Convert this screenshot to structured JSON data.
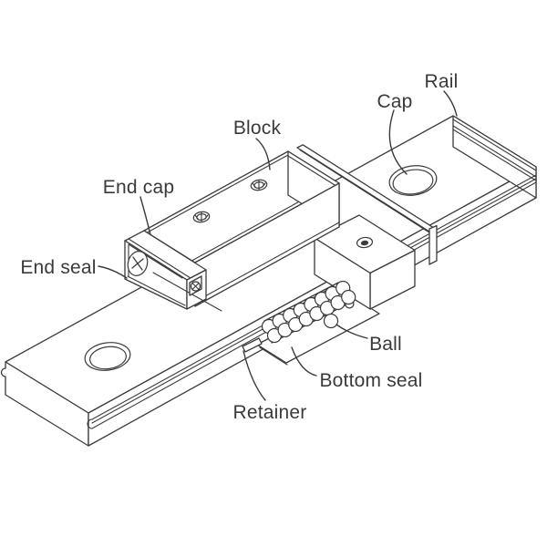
{
  "diagram": {
    "labels": {
      "rail": "Rail",
      "cap": "Cap",
      "block": "Block",
      "end_cap": "End cap",
      "end_seal": "End seal",
      "ball": "Ball",
      "bottom_seal": "Bottom seal",
      "retainer": "Retainer"
    },
    "colors": {
      "line": "#3b3b3b",
      "label_text": "#3a3a3a",
      "background": "#ffffff"
    }
  }
}
